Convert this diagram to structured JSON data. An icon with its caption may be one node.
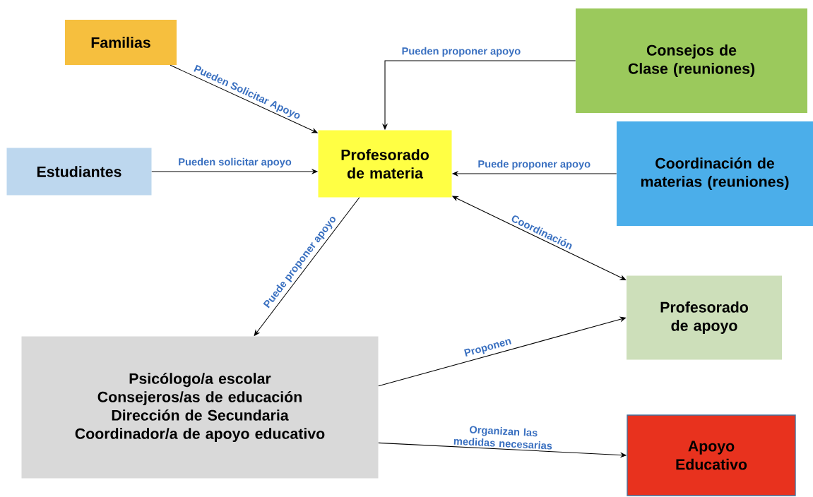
{
  "diagram": {
    "nodes": [
      {
        "text": [
          "Familias"
        ]
      },
      {
        "text": [
          "Consejos de Clase (reuniones)"
        ]
      },
      {
        "text": [
          "Estudiantes"
        ]
      },
      {
        "text": [
          "Profesorado de materia"
        ]
      },
      {
        "text": [
          "Coordinación de materias (reuniones)"
        ]
      },
      {
        "text": [
          "Profesorado de apoyo"
        ]
      },
      {
        "text": [
          "Psicólogo/a escolar",
          "Consejeros/as de educación",
          "Dirección de Secundaria",
          "Coordinador/a de apoyo educativo"
        ]
      },
      {
        "text": [
          "Apoyo Educativo"
        ]
      }
    ],
    "edges": [
      {
        "from": 0,
        "to": 3,
        "arrow": "to",
        "label": "Pueden Solicitar Apoyo"
      },
      {
        "from": 1,
        "to": 3,
        "arrow": "to",
        "label": "Pueden proponer apoyo"
      },
      {
        "from": 2,
        "to": 3,
        "arrow": "to",
        "label": "Pueden solicitar apoyo"
      },
      {
        "from": 4,
        "to": 3,
        "arrow": "to",
        "label": "Puede proponer apoyo"
      },
      {
        "from": 3,
        "to": 5,
        "arrow": "both",
        "label": "Coordinación"
      },
      {
        "from": 3,
        "to": 6,
        "arrow": "to",
        "label": "Puede proponer  apoyo"
      },
      {
        "from": 6,
        "to": 5,
        "arrow": "to",
        "label": "Proponen"
      },
      {
        "from": 6,
        "to": 7,
        "arrow": "to",
        "label": "Organizan las medidas necesarias"
      }
    ]
  }
}
